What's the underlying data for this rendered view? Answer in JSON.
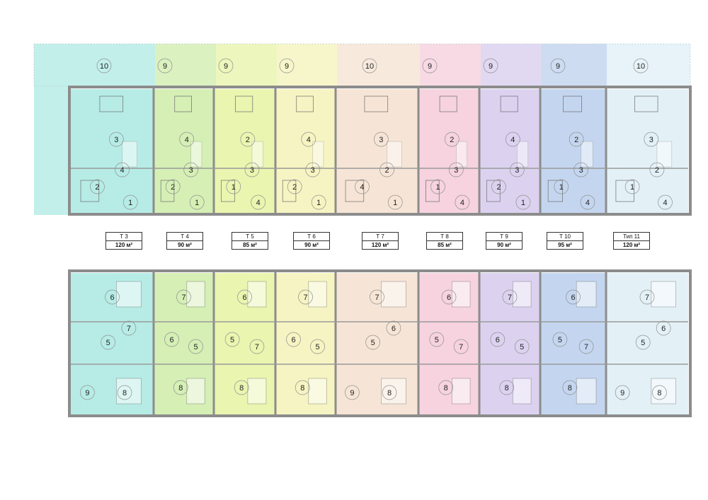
{
  "colors": {
    "T3": "#b7ece6",
    "T4": "#d5efb5",
    "T5": "#eaf5b0",
    "T6": "#f6f4c2",
    "T7": "#f6e5d6",
    "T8": "#f6d3de",
    "T9": "#dcd2f0",
    "T10": "#c4d6ef",
    "T11": "#e3f1f7",
    "wall": "#8c8c8c",
    "accent": "#1b2ec9"
  },
  "terrace_numbers": [
    "10",
    "9",
    "9",
    "9",
    "10",
    "9",
    "9",
    "9",
    "10"
  ],
  "ground_rooms": [
    [
      "3",
      "4",
      "2",
      "1"
    ],
    [
      "4",
      "3",
      "2",
      "1"
    ],
    [
      "2",
      "3",
      "1",
      "4"
    ],
    [
      "4",
      "3",
      "2",
      "1"
    ],
    [
      "3",
      "2",
      "4",
      "1"
    ],
    [
      "2",
      "3",
      "1",
      "4"
    ],
    [
      "4",
      "3",
      "2",
      "1"
    ],
    [
      "2",
      "3",
      "1",
      "4"
    ],
    [
      "3",
      "2",
      "1",
      "4"
    ]
  ],
  "upper_rooms": [
    [
      "6",
      "7",
      "5",
      "9",
      "8"
    ],
    [
      "7",
      "6",
      "5",
      "8"
    ],
    [
      "6",
      "5",
      "7",
      "8"
    ],
    [
      "7",
      "6",
      "5",
      "8"
    ],
    [
      "7",
      "6",
      "5",
      "9",
      "8"
    ],
    [
      "6",
      "5",
      "7",
      "8"
    ],
    [
      "7",
      "6",
      "5",
      "8"
    ],
    [
      "6",
      "5",
      "7",
      "8"
    ],
    [
      "7",
      "6",
      "5",
      "9",
      "8"
    ]
  ],
  "units": [
    {
      "name": "Т 3",
      "area": "120 м²"
    },
    {
      "name": "Т 4",
      "area": "90 м²"
    },
    {
      "name": "Т 5",
      "area": "85 м²"
    },
    {
      "name": "Т 6",
      "area": "90 м²"
    },
    {
      "name": "Т 7",
      "area": "120 м²"
    },
    {
      "name": "Т 8",
      "area": "85 м²"
    },
    {
      "name": "Т 9",
      "area": "90 м²"
    },
    {
      "name": "Т 10",
      "area": "95 м²"
    },
    {
      "name": "Тип 11",
      "area": "120 м²"
    }
  ]
}
